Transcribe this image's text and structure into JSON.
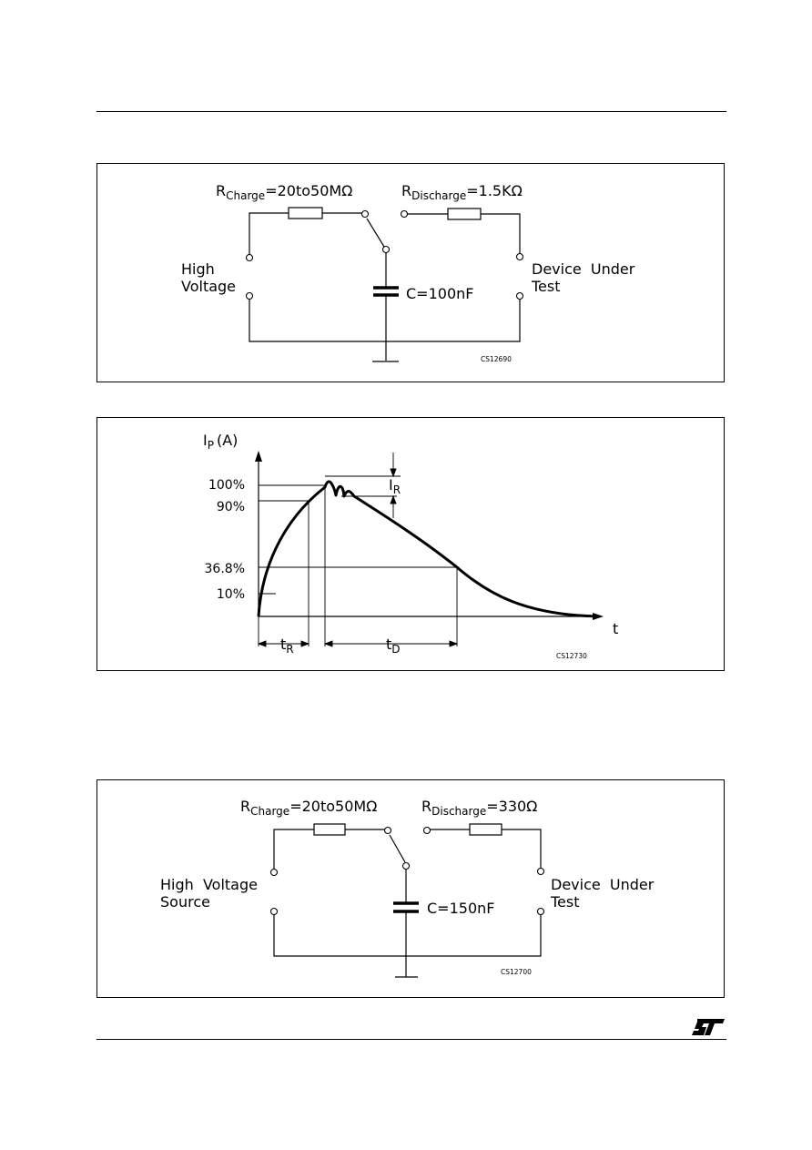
{
  "fig1": {
    "r_charge": {
      "sym": "R",
      "sub": "Charge",
      "val": "=20to50MΩ"
    },
    "r_discharge": {
      "sym": "R",
      "sub": "Discharge",
      "val": "=1.5KΩ"
    },
    "source_line1": "High",
    "source_line2": "Voltage",
    "capacitor": "C=100nF",
    "dut_line1": "Device  Under",
    "dut_line2": "Test",
    "code": "CS12690"
  },
  "fig2": {
    "y_label": {
      "sym": "I",
      "sub": "P",
      "unit": "(A)"
    },
    "x_label": "t",
    "ticks": [
      "100%",
      "90%",
      "36.8%",
      "10%"
    ],
    "ir": {
      "sym": "I",
      "sub": "R"
    },
    "tr": {
      "sym": "t",
      "sub": "R"
    },
    "td": {
      "sym": "t",
      "sub": "D"
    },
    "code": "CS12730"
  },
  "fig3": {
    "r_charge": {
      "sym": "R",
      "sub": "Charge",
      "val": "=20to50MΩ"
    },
    "r_discharge": {
      "sym": "R",
      "sub": "Discharge",
      "val": "=330Ω"
    },
    "source_line1": "High  Voltage",
    "source_line2": "Source",
    "capacitor": "C=150nF",
    "dut_line1": "Device  Under",
    "dut_line2": "Test",
    "code": "CS12700"
  },
  "logo_text": "ST"
}
